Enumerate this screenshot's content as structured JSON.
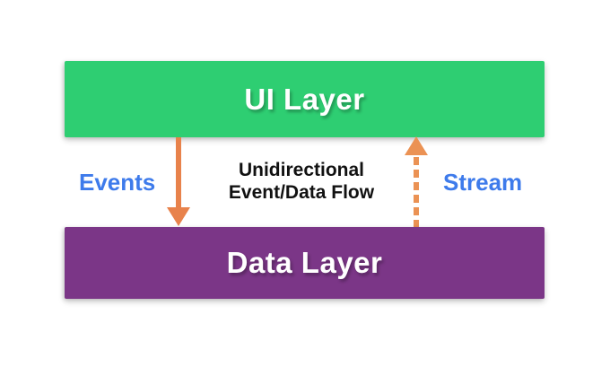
{
  "diagram": {
    "layers": {
      "ui": {
        "label": "UI Layer"
      },
      "data": {
        "label": "Data Layer"
      }
    },
    "flows": {
      "events": {
        "label": "Events",
        "direction": "down",
        "style": "solid"
      },
      "stream": {
        "label": "Stream",
        "direction": "up",
        "style": "dashed"
      }
    },
    "center_caption": {
      "line1": "Unidirectional",
      "line2": "Event/Data Flow"
    }
  },
  "colors": {
    "green": "#2ECE72",
    "purple": "#7B3687",
    "orange": "#E8824B",
    "orange-light": "#EB9254",
    "blue": "#3E7BEB",
    "text-dark": "#111111",
    "background": "#FFFFFF"
  }
}
